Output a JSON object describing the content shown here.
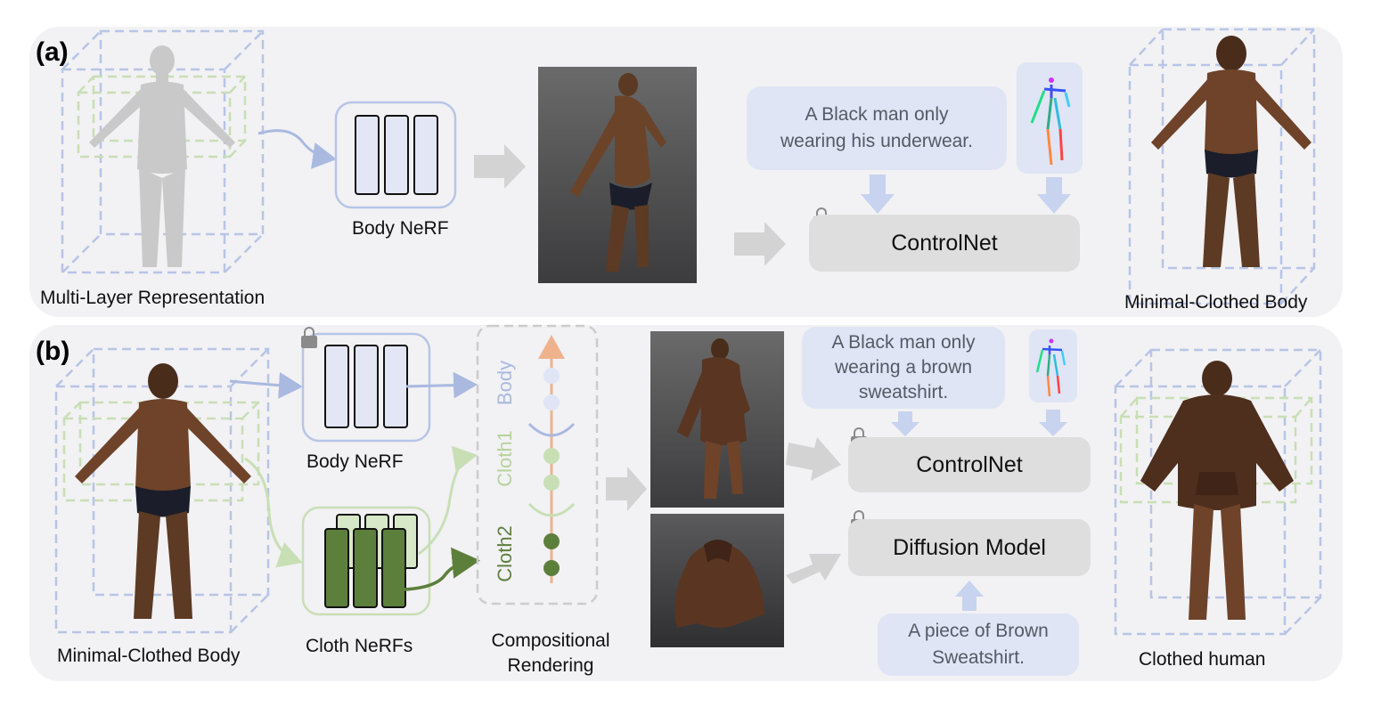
{
  "panel_a": {
    "label": "(a)",
    "multi_layer_caption": "Multi-Layer Representation",
    "body_nerf_caption": "Body NeRF",
    "prompt_text": "A Black man only\nwearing his underwear.",
    "controlnet_label": "ControlNet",
    "output_caption": "Minimal-Clothed Body"
  },
  "panel_b": {
    "label": "(b)",
    "input_caption": "Minimal-Clothed Body",
    "body_nerf_caption": "Body NeRF",
    "cloth_nerfs_caption": "Cloth NeRFs",
    "compositional_caption": "Compositional\nRendering",
    "ray_labels": [
      "Body",
      "Cloth1",
      "Cloth2"
    ],
    "prompt_human": "A Black man only\nwearing a brown\nsweatshirt.",
    "controlnet_label": "ControlNet",
    "diffusion_label": "Diffusion Model",
    "prompt_cloth": "A piece of Brown\nSweatshirt.",
    "output_caption": "Clothed human"
  },
  "colors": {
    "panel_bg": "#f2f1f4",
    "body_blue": "#a9b9e0",
    "cloth_light_green": "#c8dfb5",
    "cloth_dark_green": "#5d7f3c",
    "ray_orange": "#eeb38c",
    "prompt_bg": "#dfe5f4",
    "model_box": "#dedede"
  }
}
